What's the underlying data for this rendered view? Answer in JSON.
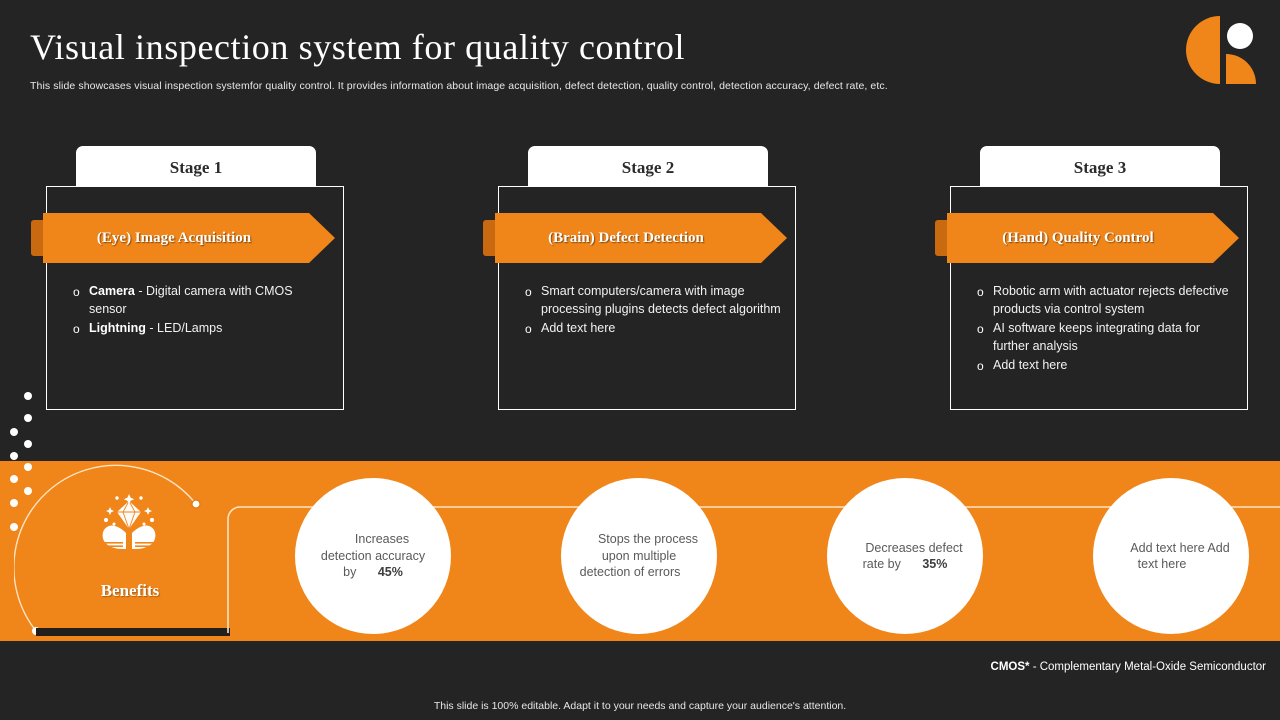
{
  "header": {
    "title": "Visual inspection system for quality control",
    "subtitle": "This slide showcases visual inspection systemfor quality control. It provides information about image acquisition, defect detection, quality control, detection accuracy, defect rate, etc.",
    "logo_icon": "brand-logo-icon"
  },
  "colors": {
    "background": "#242424",
    "accent_orange": "#f08519",
    "accent_orange_dark": "#c96a10",
    "white": "#ffffff",
    "bar_dark": "#231f1d"
  },
  "stages": [
    {
      "tab_label": "Stage 1",
      "ribbon_label": "(Eye) Image Acquisition",
      "bullet_mark": "o",
      "bullets": [
        {
          "lead": "Camera",
          "rest": " - Digital camera with CMOS sensor"
        },
        {
          "lead": "Lightning",
          "rest": " - LED/Lamps"
        }
      ]
    },
    {
      "tab_label": "Stage 2",
      "ribbon_label": "(Brain) Defect Detection",
      "bullet_mark": "o",
      "bullets": [
        {
          "lead": "",
          "rest": "Smart computers/camera with image processing plugins detects defect algorithm"
        },
        {
          "lead": "",
          "rest": "Add text here"
        }
      ]
    },
    {
      "tab_label": "Stage 3",
      "ribbon_label": "(Hand) Quality Control",
      "bullet_mark": "o",
      "bullets": [
        {
          "lead": "",
          "rest": "Robotic arm with actuator rejects defective products via control system"
        },
        {
          "lead": "",
          "rest": "AI software keeps integrating data for further analysis"
        },
        {
          "lead": "",
          "rest": "Add text here"
        }
      ]
    }
  ],
  "benefits": {
    "label": "Benefits",
    "icon": "diamond-in-hands-icon",
    "items": [
      {
        "pre": "Increases detection accuracy by ",
        "emphasis": "45%",
        "post": ""
      },
      {
        "pre": "Stops the process upon multiple detection of errors",
        "emphasis": "",
        "post": ""
      },
      {
        "pre": "Decreases defect rate by ",
        "emphasis": "35%",
        "post": ""
      },
      {
        "pre": "Add text here Add text here",
        "emphasis": "",
        "post": ""
      }
    ]
  },
  "notes": {
    "cmos_abbr": "CMOS*",
    "cmos_expansion": " - Complementary Metal-Oxide Semiconductor",
    "footer": "This slide is 100% editable. Adapt it to your needs and capture your audience's attention."
  }
}
